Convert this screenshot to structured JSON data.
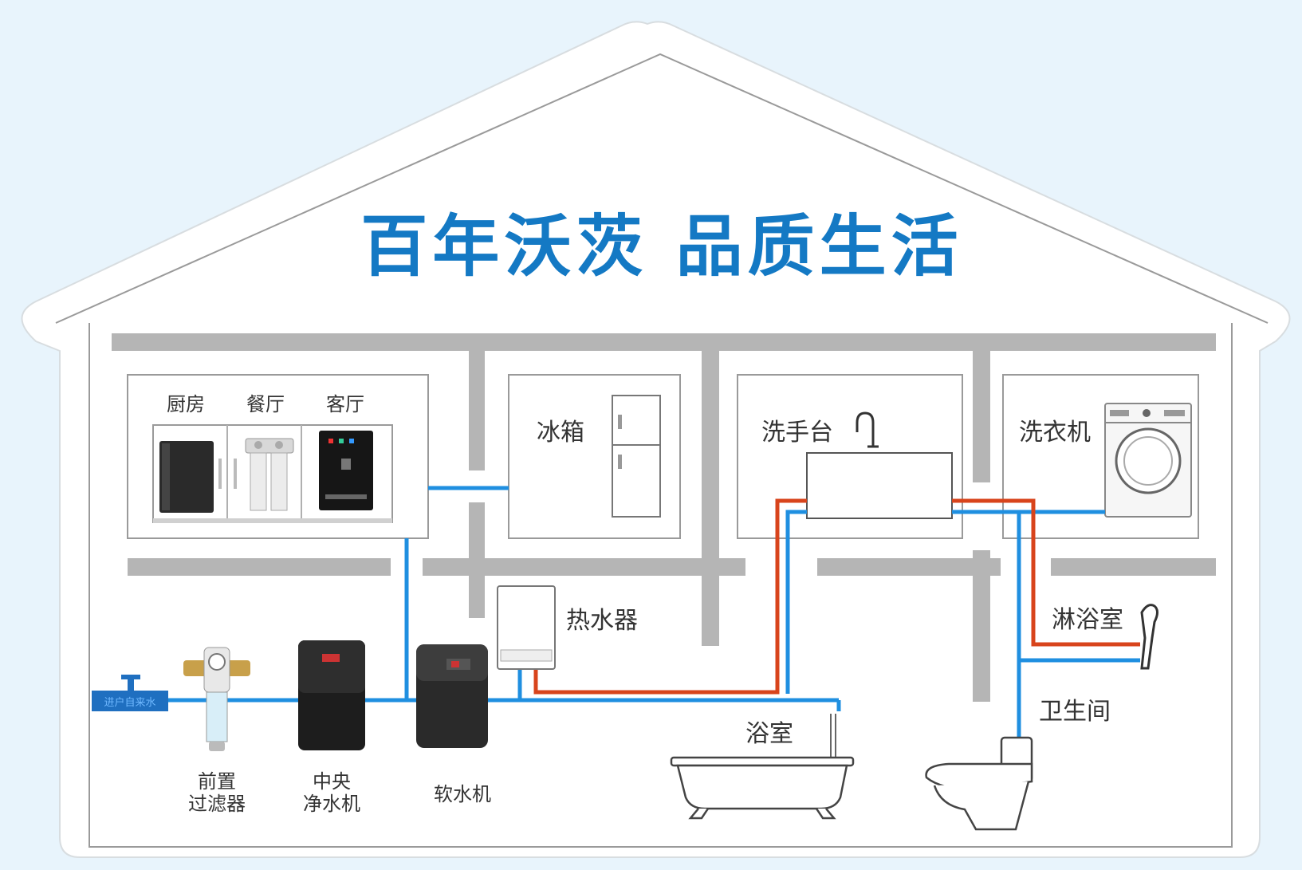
{
  "title": "百年沃茨 品质生活",
  "inlet_label": "进户自来水",
  "labels": {
    "kitchen": "厨房",
    "dining": "餐厅",
    "living": "客厅",
    "fridge": "冰箱",
    "washbasin": "洗手台",
    "washer": "洗衣机",
    "heater": "热水器",
    "shower": "淋浴室",
    "toilet": "卫生间",
    "bathroom": "浴室",
    "prefilter_line1": "前置",
    "prefilter_line2": "过滤器",
    "purifier_line1": "中央",
    "purifier_line2": "净水机",
    "softener": "软水机"
  },
  "colors": {
    "title": "#1479c4",
    "cold_pipe": "#1f8fe0",
    "hot_pipe": "#d8441c",
    "wall": "#b5b5b5",
    "background": "#e8f4fc",
    "outline": "#9a9a9a"
  },
  "icons": {
    "inlet": "water-valve-icon",
    "prefilter": "pre-filter-icon",
    "purifier": "central-purifier-icon",
    "softener": "water-softener-icon",
    "heater": "water-heater-icon",
    "faucet": "faucet-icon",
    "washer": "washing-machine-icon",
    "fridge": "fridge-icon",
    "shower": "shower-head-icon",
    "bathtub": "bathtub-icon",
    "toilet": "toilet-icon"
  }
}
